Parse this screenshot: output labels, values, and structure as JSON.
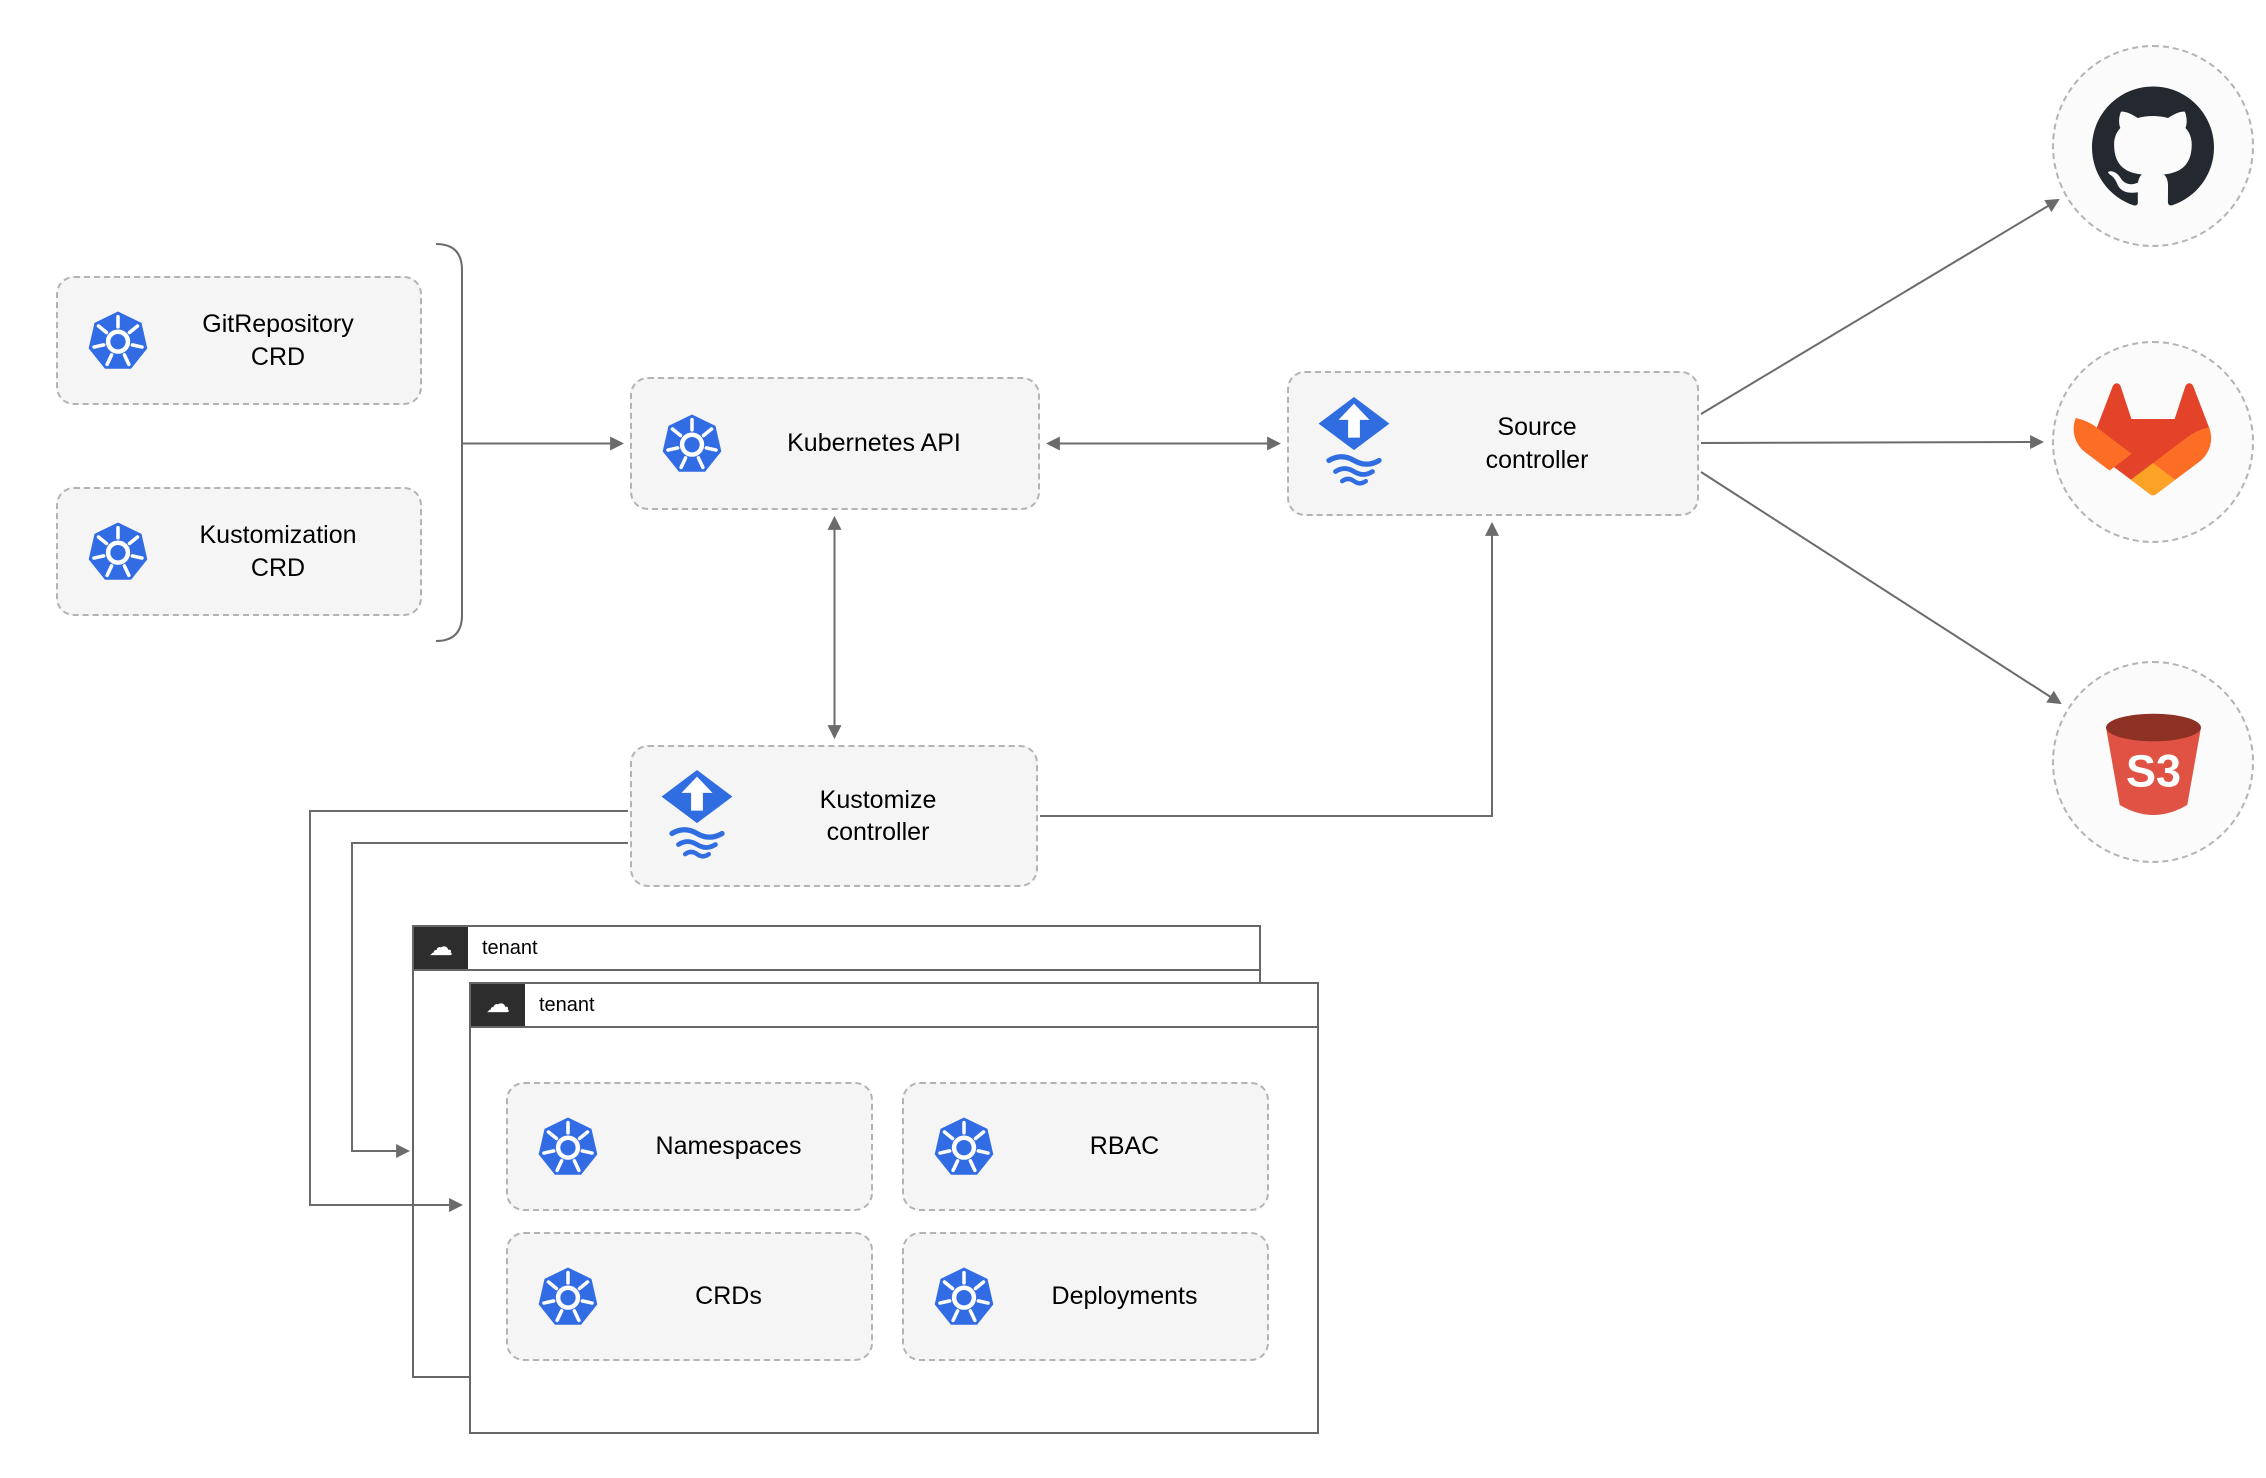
{
  "icons": {
    "cloud": "☁"
  },
  "nodes": {
    "gitrepository_crd": {
      "label": "GitRepository\nCRD",
      "icon": "kubernetes"
    },
    "kustomization_crd": {
      "label": "Kustomization\nCRD",
      "icon": "kubernetes"
    },
    "kubernetes_api": {
      "label": "Kubernetes API",
      "icon": "kubernetes"
    },
    "source_controller": {
      "label": "Source\ncontroller",
      "icon": "flux"
    },
    "kustomize_controller": {
      "label": "Kustomize\ncontroller",
      "icon": "flux"
    },
    "namespaces": {
      "label": "Namespaces",
      "icon": "kubernetes"
    },
    "rbac": {
      "label": "RBAC",
      "icon": "kubernetes"
    },
    "crds": {
      "label": "CRDs",
      "icon": "kubernetes"
    },
    "deployments": {
      "label": "Deployments",
      "icon": "kubernetes"
    }
  },
  "containers": {
    "tenant_back": {
      "label": "tenant",
      "icon": "cloud"
    },
    "tenant_front": {
      "label": "tenant",
      "icon": "cloud"
    }
  },
  "external": {
    "github": {
      "icon": "github-icon"
    },
    "gitlab": {
      "icon": "gitlab-icon"
    },
    "s3": {
      "icon": "s3-bucket-icon",
      "label": "S3"
    }
  },
  "edges": [
    {
      "from": "crd-group",
      "to": "kubernetes-api",
      "style": "arrow"
    },
    {
      "from": "kubernetes-api",
      "to": "source-controller",
      "style": "double-arrow"
    },
    {
      "from": "kubernetes-api",
      "to": "kustomize-controller",
      "style": "double-arrow"
    },
    {
      "from": "kustomize-controller",
      "to": "source-controller",
      "style": "arrow"
    },
    {
      "from": "source-controller",
      "to": "github",
      "style": "arrow"
    },
    {
      "from": "source-controller",
      "to": "gitlab",
      "style": "arrow"
    },
    {
      "from": "source-controller",
      "to": "s3",
      "style": "arrow"
    },
    {
      "from": "kustomize-controller",
      "to": "tenant-front",
      "style": "arrow"
    },
    {
      "from": "kustomize-controller",
      "to": "tenant-back",
      "style": "arrow"
    }
  ],
  "colors": {
    "kubernetes_blue": "#326ce5",
    "flux_blue": "#2f6de1",
    "github_dark": "#24292f",
    "gitlab_red": "#e24329",
    "gitlab_orange": "#fc6d26",
    "gitlab_yellow": "#fca326",
    "s3_red": "#e05243",
    "s3_dark_red": "#8c3123",
    "line_gray": "#6b6b6b",
    "node_fill": "#f5f5f5",
    "node_border": "#b3b3b3"
  }
}
